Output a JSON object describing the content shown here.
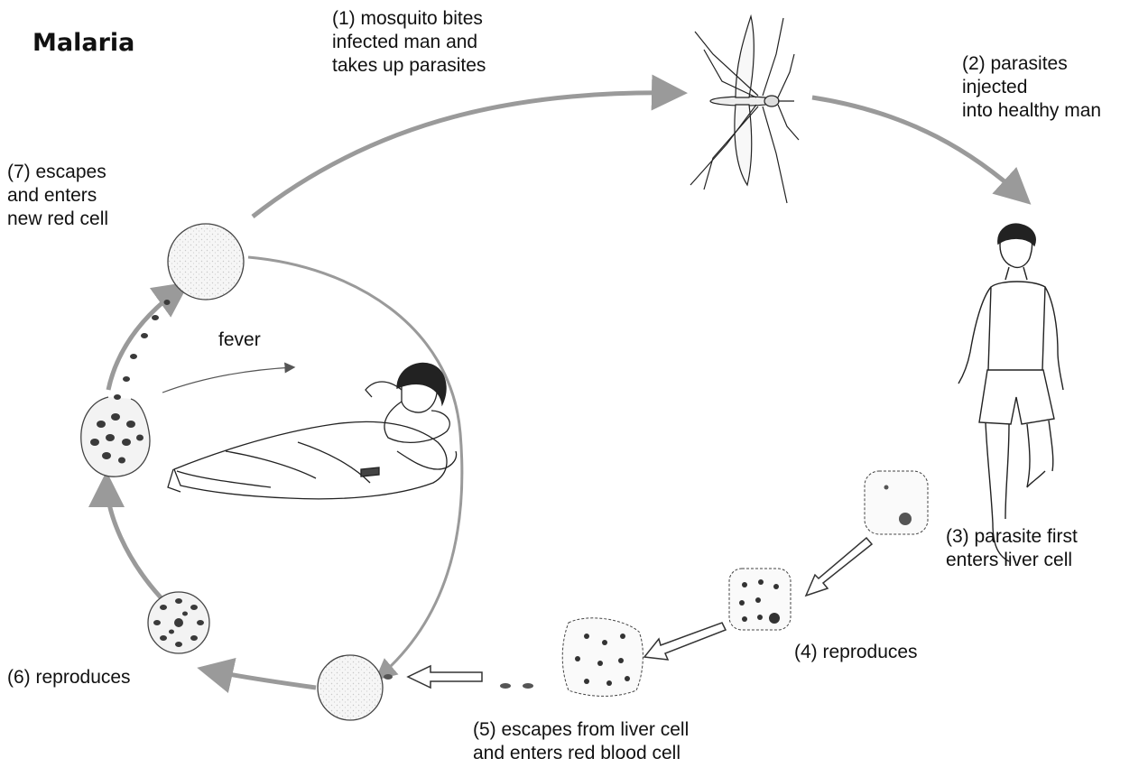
{
  "title": "Malaria",
  "steps": [
    {
      "id": "1",
      "label": "(1) mosquito bites\ninfected man and\ntakes up parasites"
    },
    {
      "id": "2",
      "label": "(2) parasites\ninjected\ninto healthy man"
    },
    {
      "id": "3",
      "label": "(3) parasite first\nenters liver cell"
    },
    {
      "id": "4",
      "label": "(4) reproduces"
    },
    {
      "id": "5",
      "label": "(5) escapes from liver cell\nand enters red blood cell"
    },
    {
      "id": "6",
      "label": "(6) reproduces"
    },
    {
      "id": "7",
      "label": "(7) escapes\nand enters\nnew red cell"
    }
  ],
  "fever_label": "fever",
  "colors": {
    "arrow": "#9a9a9a",
    "ink": "#222222",
    "cell_fill": "#f3f3f3",
    "dots": "#3a3a3a"
  }
}
